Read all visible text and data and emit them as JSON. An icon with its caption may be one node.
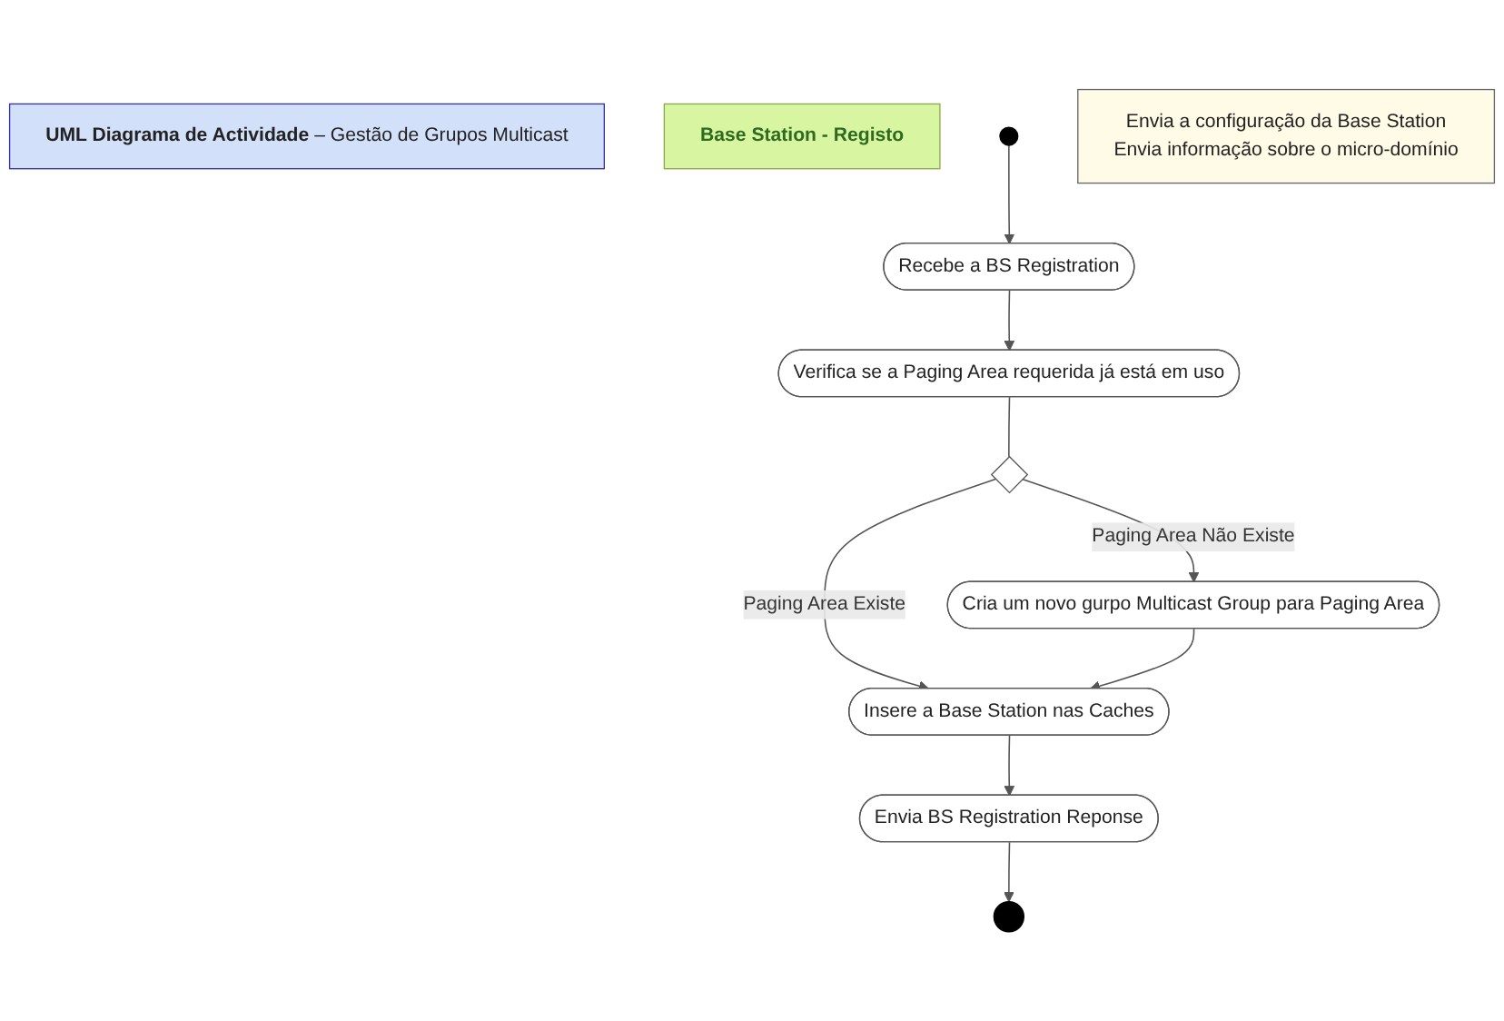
{
  "diagram": {
    "nodes": [
      {
        "text": [
          "**UML Diagrama de Actividade** – Gestão de Grupos Multicast"
        ]
      },
      {
        "text": [
          "Base Station - Registo"
        ]
      },
      {
        "text": [],
        "shape": "circle"
      },
      {
        "text": [
          "Recebe a BS Registration"
        ]
      },
      {
        "text": [
          "Verifica se a Paging Area requerida já está em uso"
        ]
      },
      {
        "text": [],
        "shape": "diamond"
      },
      {
        "text": [
          "Cria um novo gurpo Multicast Group para Paging Area"
        ]
      },
      {
        "text": [
          "Insere a Base Station nas Caches"
        ]
      },
      {
        "text": [
          "Envia BS Registration Reponse"
        ]
      },
      {
        "text": [
          "Envia a configuração da Base Station",
          "Envia informação sobre o micro-domínio"
        ]
      },
      {
        "text": [],
        "shape": "circle"
      }
    ],
    "edges": [
      {
        "from": 2,
        "to": 3,
        "arrow": "to"
      },
      {
        "from": 3,
        "to": 4,
        "arrow": "to"
      },
      {
        "from": 4,
        "to": 5,
        "arrow": "none"
      },
      {
        "from": 5,
        "to": 6,
        "arrow": "to",
        "label": "Paging Area Não Existe"
      },
      {
        "from": 5,
        "to": 7,
        "arrow": "to",
        "label": "Paging Area Existe"
      },
      {
        "from": 6,
        "to": 7,
        "arrow": "to"
      },
      {
        "from": 7,
        "to": 8,
        "arrow": "to"
      },
      {
        "from": 8,
        "to": 10,
        "arrow": "to"
      }
    ]
  }
}
